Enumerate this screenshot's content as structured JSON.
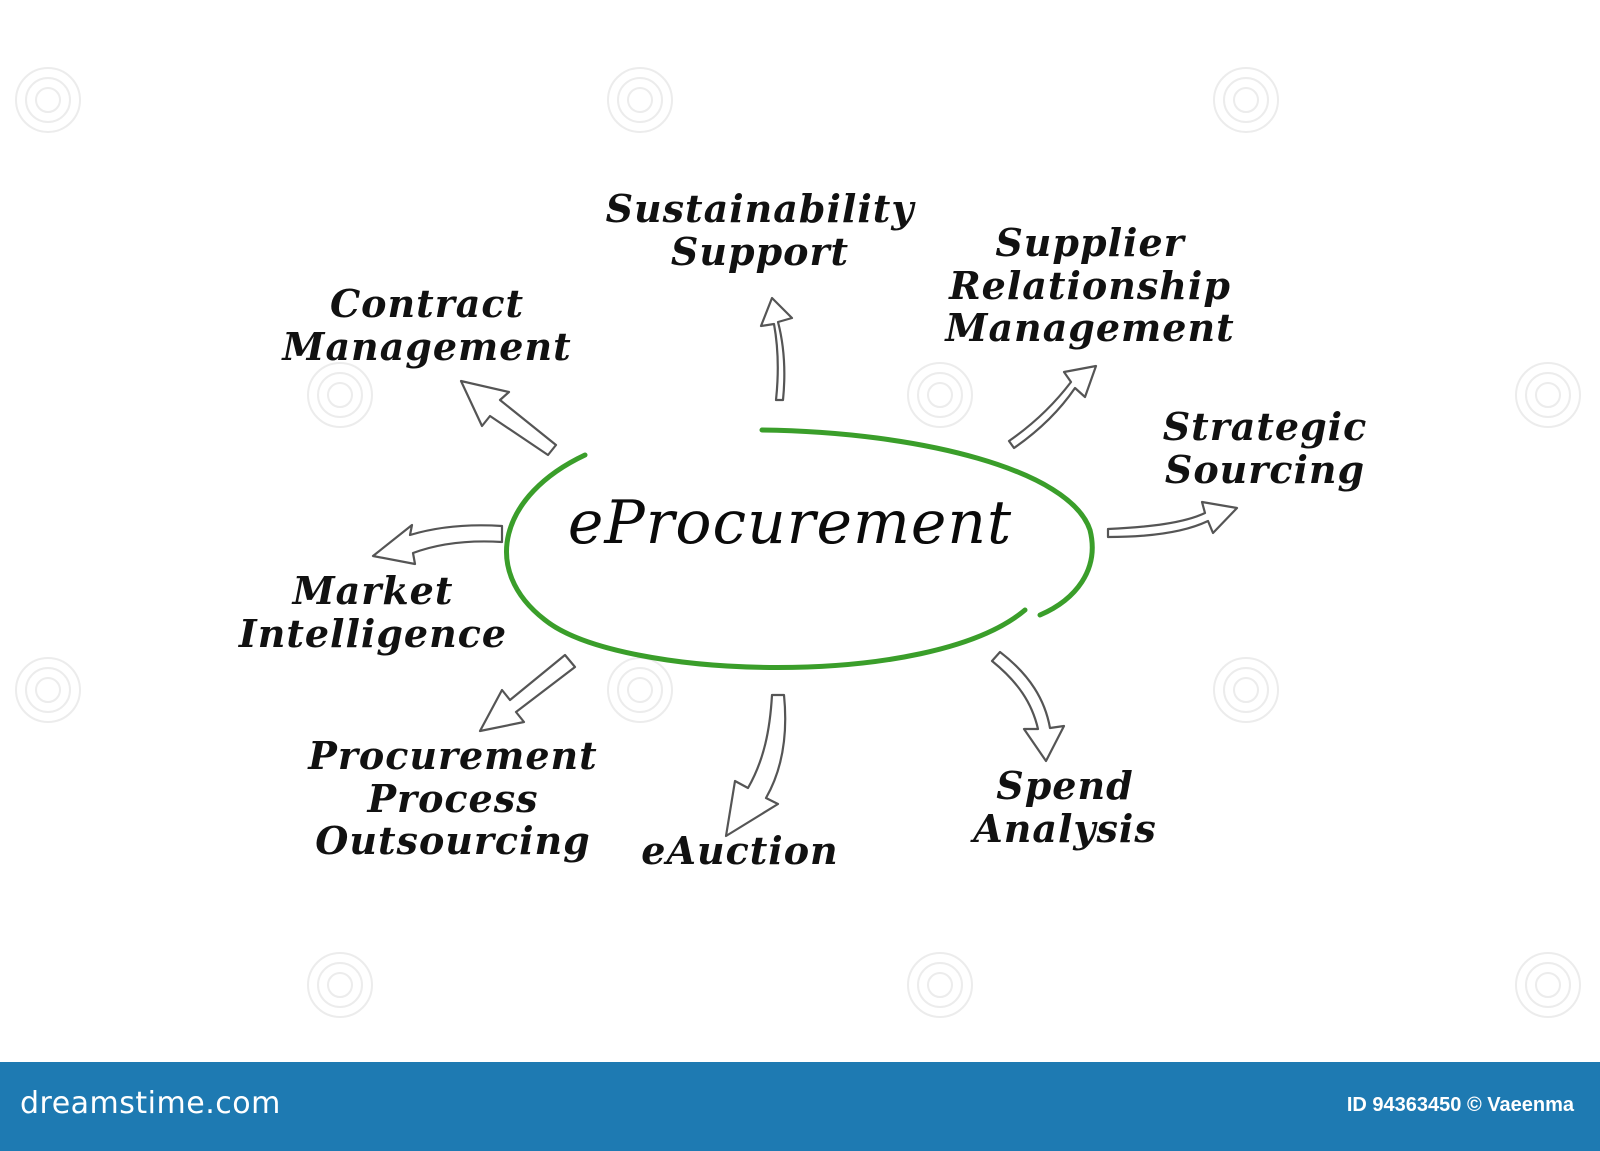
{
  "center": {
    "label": "eProcurement",
    "ring_color": "#3a9e2a"
  },
  "nodes": [
    {
      "id": "sustainability-support",
      "lines": [
        "Sustainability",
        "Support"
      ]
    },
    {
      "id": "supplier-relationship-management",
      "lines": [
        "Supplier",
        "Relationship",
        "Management"
      ]
    },
    {
      "id": "contract-management",
      "lines": [
        "Contract",
        "Management"
      ]
    },
    {
      "id": "strategic-sourcing",
      "lines": [
        "Strategic",
        "Sourcing"
      ]
    },
    {
      "id": "market-intelligence",
      "lines": [
        "Market",
        "Intelligence"
      ]
    },
    {
      "id": "procurement-process-outsourcing",
      "lines": [
        "Procurement",
        "Process",
        "Outsourcing"
      ]
    },
    {
      "id": "eauction",
      "lines": [
        "eAuction"
      ]
    },
    {
      "id": "spend-analysis",
      "lines": [
        "Spend",
        "Analysis"
      ]
    }
  ],
  "footer": {
    "brand": "dreamstime.com",
    "image_id": "ID 94363450 © Vaeenma",
    "color": "#1e7ab2"
  },
  "colors": {
    "arrow_stroke": "#555555",
    "text": "#111111"
  }
}
